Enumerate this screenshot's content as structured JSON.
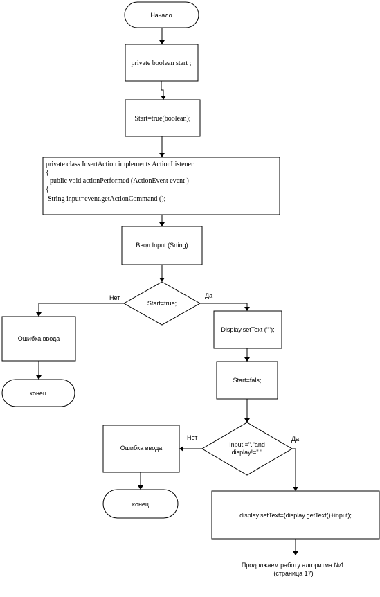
{
  "start_label": "Начало",
  "decl_start": "private boolean start ;",
  "assign_start": "Start=true(boolean);",
  "class_block": {
    "line1": "private class  InsertAction implements   ActionListener",
    "line2": "{",
    "line3": "public void actionPerformed  (ActionEvent event )",
    "line4": "{",
    "line5": "String input=event.getActionCommand ();"
  },
  "input_box": "Ввод Input (Srting)",
  "decision1": {
    "condition": "Start=true;",
    "no_label": "Нет",
    "yes_label": "Да"
  },
  "error1": "Ошибка ввода",
  "end1": "конец",
  "set_text_empty": "Display.setText (\"\");",
  "start_false": "Start=fals;",
  "decision2": {
    "line1": "Input!=\".\"and",
    "line2": "display!=\".\"",
    "no_label": "Нет",
    "yes_label": "Да"
  },
  "error2": "Ошибка ввода",
  "end2": "конец",
  "set_text_append": "display.setText=(display.getText()+input);",
  "continue_note": {
    "line1": "Продолжаем работу алгоритма №1",
    "line2": "(страница 17)"
  }
}
